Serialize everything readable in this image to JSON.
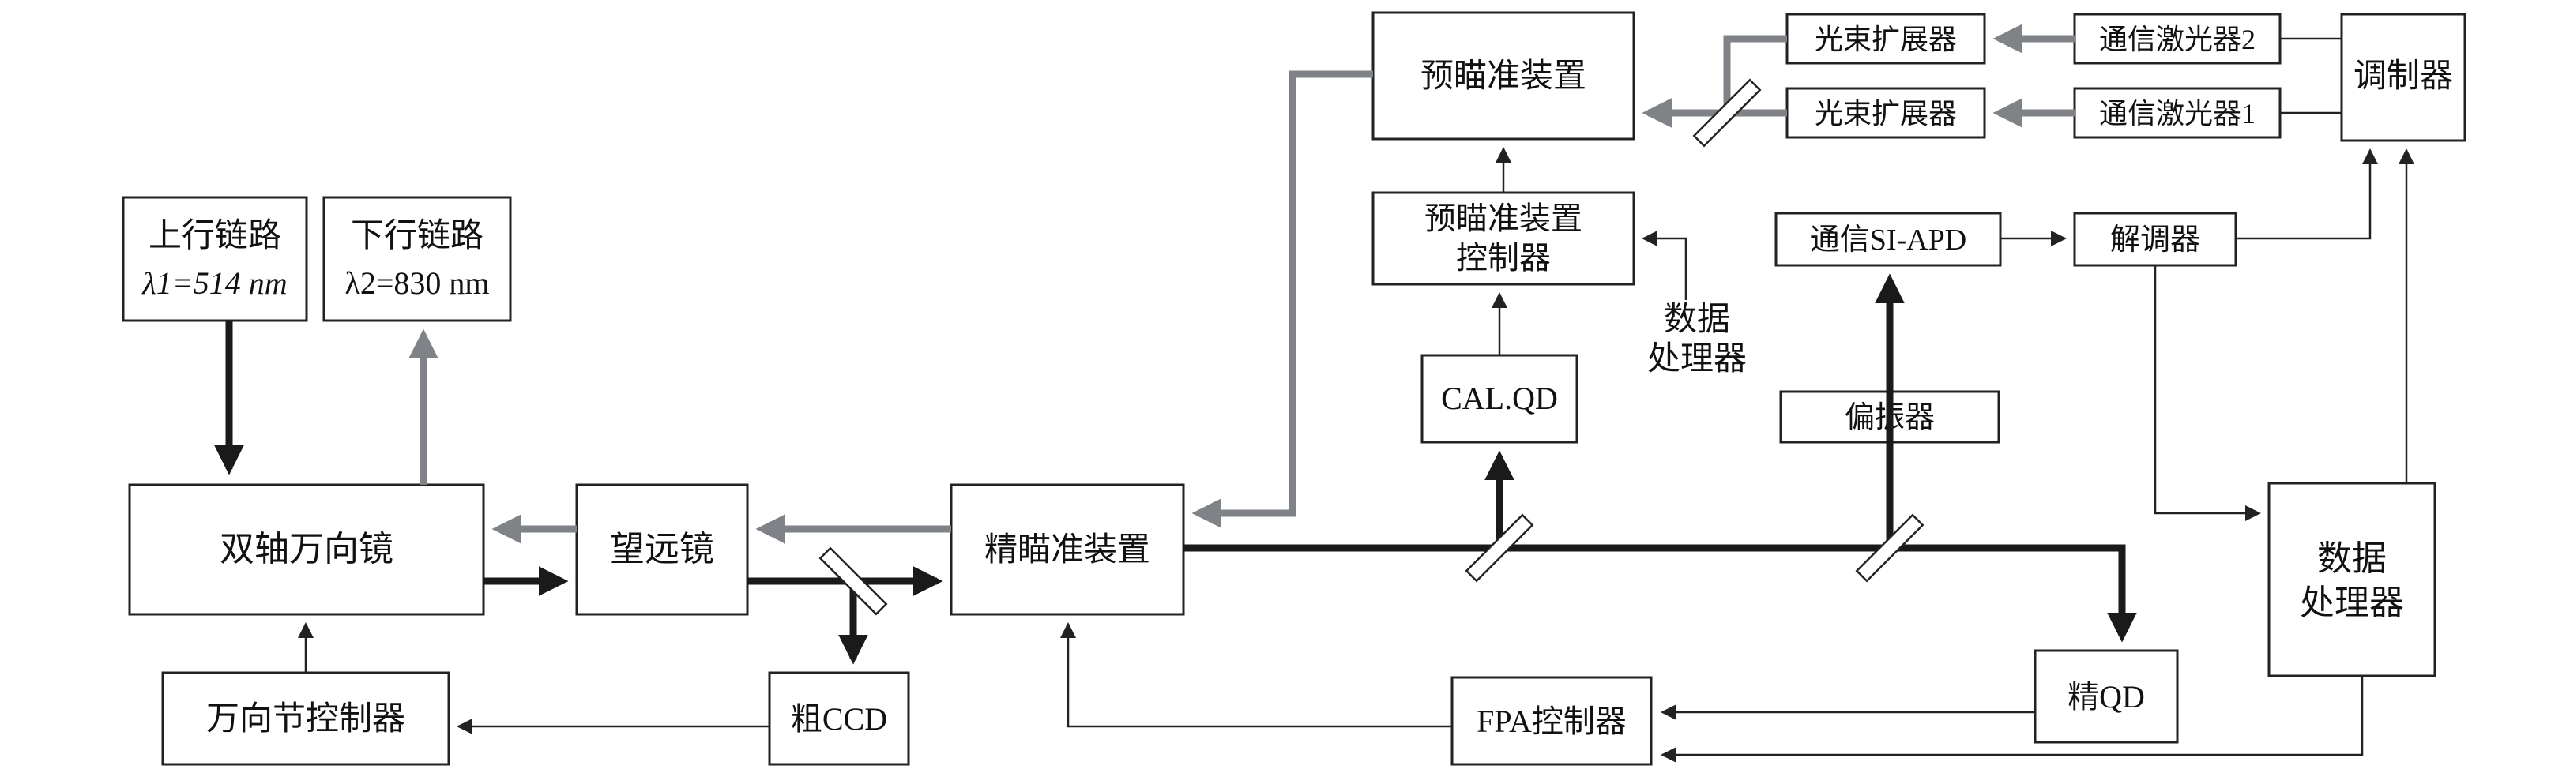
{
  "boxes": {
    "uplink": {
      "line1": "上行链路",
      "line2": "λ1=514 nm"
    },
    "downlink": {
      "line1": "下行链路",
      "line2": "λ2=830 nm"
    },
    "gimbal_mirror": "双轴万向镜",
    "gimbal_controller": "万向节控制器",
    "telescope": "望远镜",
    "coarse_ccd": "粗CCD",
    "fine_pointing": "精瞄准装置",
    "fpa_controller": "FPA控制器",
    "fine_qd": "精QD",
    "pre_pointing": "预瞄准装置",
    "pre_pointing_controller": {
      "line1": "预瞄准装置",
      "line2": "控制器"
    },
    "cal_qd": "CAL.QD",
    "data_processor_label": {
      "line1": "数据",
      "line2": "处理器"
    },
    "beam_expander_top": "光束扩展器",
    "beam_expander_bottom": "光束扩展器",
    "comm_laser_2": "通信激光器2",
    "comm_laser_1": "通信激光器1",
    "modulator": "调制器",
    "si_apd": "通信SI-APD",
    "demodulator": "解调器",
    "polarizer": "偏振器",
    "data_processor": {
      "line1": "数据",
      "line2": "处理器"
    }
  },
  "colors": {
    "uplink_beam": "#1a1a1a",
    "downlink_beam": "#7f8287",
    "signal": "#222222"
  }
}
